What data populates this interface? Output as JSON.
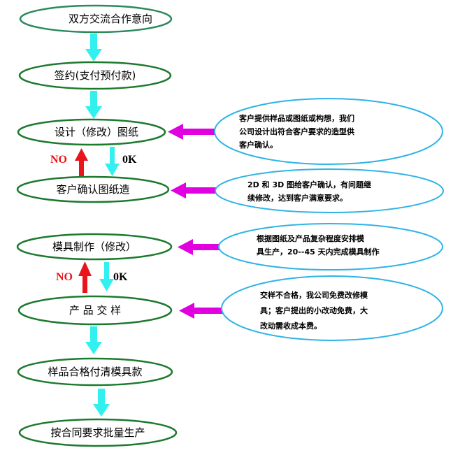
{
  "steps": [
    {
      "id": "s1",
      "label": "双方交流合作意向"
    },
    {
      "id": "s2",
      "label": "签约(支付预付款)"
    },
    {
      "id": "s3",
      "label": "设计（修改）图纸"
    },
    {
      "id": "s4",
      "label": "客户确认图纸造"
    },
    {
      "id": "s5",
      "label": "模具制作（修改）"
    },
    {
      "id": "s6",
      "label": "产 品 交 样"
    },
    {
      "id": "s7",
      "label": "样品合格付清模具款"
    },
    {
      "id": "s8",
      "label": "按合同要求批量生产"
    }
  ],
  "notes": [
    {
      "id": "n1",
      "lines": [
        "客户提供样品或图纸或构想，我们",
        "公司设计出符合客户要求的造型供",
        "客户确认。"
      ]
    },
    {
      "id": "n2",
      "lines": [
        "2D 和 3D 图给客户确认，有问题继",
        "续修改，达到客户满意要求。"
      ]
    },
    {
      "id": "n3",
      "lines": [
        "根据图纸及产品复杂程度安排模",
        "具生产，20--45 天内完成模具制作"
      ]
    },
    {
      "id": "n4",
      "lines": [
        "交样不合格，我公司免费改修模",
        "具；客户提出的小改动免费，大",
        "改动需收成本费。"
      ]
    }
  ],
  "loops": [
    {
      "id": "loop1",
      "no_label": "NO",
      "ok_label": "0K"
    },
    {
      "id": "loop2",
      "no_label": "NO",
      "ok_label": "0K"
    }
  ],
  "colors": {
    "step_border": "#1c7a2e",
    "step_fill": "#ffffff",
    "note_border": "#2fb3e6",
    "flow_arrow": "#33f0f0",
    "feedback_arrow": "#e000e0",
    "no_arrow": "#e8151b"
  }
}
